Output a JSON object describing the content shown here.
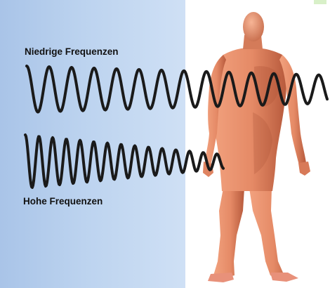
{
  "labels": {
    "low_frequencies": "Niedrige Frequenzen",
    "high_frequencies": "Hohe Frequenzen"
  },
  "colors": {
    "panel_blue": "#bcd3ef",
    "wave": "#1a1a1a",
    "body_skin": "#e58a66"
  },
  "icons": {
    "figure": "human-body-figure",
    "wave_low": "low-frequency-wave",
    "wave_high": "high-frequency-wave"
  }
}
